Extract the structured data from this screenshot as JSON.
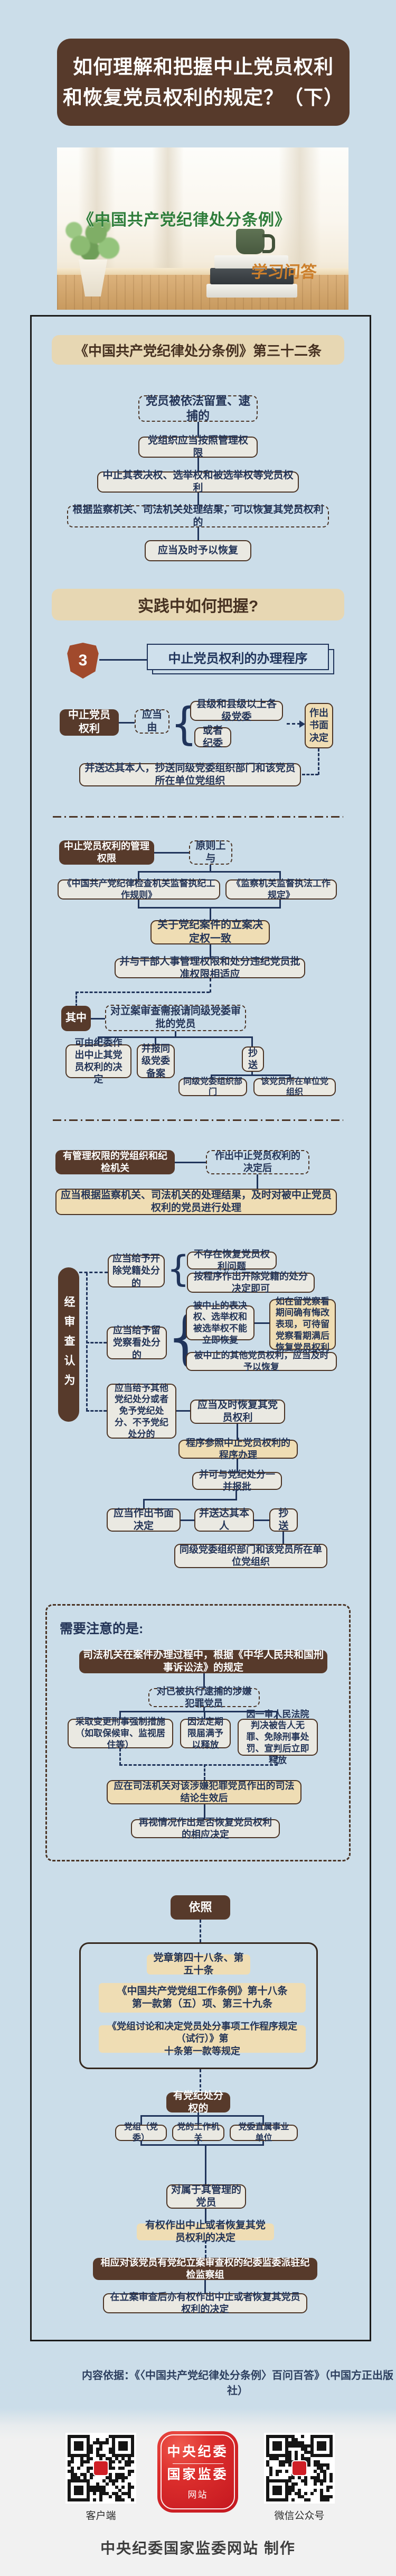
{
  "header": {
    "title1": "如何理解和把握中止党员权利",
    "title2": "和恢复党员权利的规定？（下）"
  },
  "cover": {
    "book": "《中国共产党纪律处分条例》",
    "tag": "学习问答"
  },
  "art32": {
    "banner": "《中国共产党纪律处分条例》第三十二条",
    "n1": "党员被依法留置、逮捕的",
    "n2": "党组织应当按照管理权限",
    "n3": "中止其表决权、选举权和被选举权等党员权利",
    "n4": "根据监察机关、司法机关处理结果，可以恢复其党员权利的",
    "n5": "应当及时予以恢复"
  },
  "practice": {
    "banner": "实践中如何把握?"
  },
  "sec3": {
    "num": "3",
    "title": "中止党员权利的办理程序"
  },
  "flowA": {
    "a1": "中止党员权利",
    "a2": "应当由",
    "a3": "县级和县级以上各级党委",
    "a4": "或者纪委",
    "a5": "作出\n书面\n决定",
    "a6": "并送达其本人，抄送同级党委组织部门和该党员所在单位党组织"
  },
  "flowB": {
    "b1": "中止党员权利的管理权限",
    "b2": "原则上与",
    "b3": "《中国共产党纪律检查机关监督执纪工作规则》",
    "b4": "《监察机关监督执法工作规定》",
    "b5": "关于党纪案件的立案决定权一致",
    "b6": "并与干部人事管理权限和处分违纪党员批准权限相适应",
    "b7": "其中",
    "b8": "对立案审查需报请同级党委审批的党员",
    "b9": "可由纪委作出中止其党员权利的决定",
    "b10": "并报同级党委备案",
    "b11": "抄送",
    "b12": "同级党委组织部门",
    "b13": "该党员所在单位党组织"
  },
  "flowC": {
    "c1": "有管理权限的党组织和纪检机关",
    "c2": "作出中止党员权利的决定后",
    "c3": "应当根据监察机关、司法机关的处理结果，及时对被中止党员权利的党员进行处理",
    "pill": "经审查认为",
    "k1": "应当给予开除党籍处分的",
    "k1a": "不存在恢复党员权利问题",
    "k1b": "按程序作出开除党籍的处分决定即可",
    "k2": "应当给予留党察看处分的",
    "k2a": "被中止的表决权、选举权和被选举权不能立即恢复",
    "k2b": "如在留党察看期间确有悔改表现，可待留党察看期满后恢复党员权利",
    "k2c": "被中止的其他党员权利，应当及时予以恢复",
    "k3": "应当给予其他党纪处分或者免予党纪处分、不予党纪处分的",
    "k3a": "应当及时恢复其党员权利",
    "k3b": "程序参照中止党员权利的程序办理",
    "k3c": "并可与党纪处分一并报批",
    "d1": "应当作出书面决定",
    "d2": "并送达其本人",
    "d3": "抄送",
    "d4": "同级党委组织部门和该党员所在单位党组织"
  },
  "note": {
    "label": "需要注意的是:",
    "lead": "司法机关在案件办理过程中，根据《中华人民共和国刑事诉讼法》的规定",
    "cond": "对已被执行逮捕的涉嫌犯罪党员",
    "o1": "采取变更刑事强制措施（如取保候审、监视居住等）",
    "o2": "因法定期限届满予以释放",
    "o3": "因一审人民法院判决被告人无罪、免除刑事处罚、宣判后立即释放",
    "r1": "应在司法机关对该涉嫌犯罪党员作出的司法结论生效后",
    "r2": "再视情况作出是否恢复党员权利的相应决定"
  },
  "basis": {
    "yizhao": "依照",
    "l1": "党章第四十八条、第五十条",
    "l2": "《中国共产党党组工作条例》第十八条\n第一款第（五）项、第三十九条",
    "l3": "《党组讨论和决定党员处分事项工作程序规定（试行）》第\n十条第一款等规定",
    "who": "有党纪处分权的",
    "g1": "党组（党委）",
    "g2": "党的工作机关",
    "g3": "党委直属事业单位",
    "m1": "对属于其管理的党员",
    "m2": "有权作出中止或者恢复其党员权利的决定",
    "m3": "相应对该党员有党纪立案审查权的纪委监委派驻纪检监察组",
    "m4": "在立案审查后亦有权作出中止或者恢复其党员权利的决定"
  },
  "source": "内容依据：《〈中国共产党纪律处分条例〉百问百答》（中国方正出版社）",
  "footer": {
    "qr_left_label": "客户端",
    "qr_right_label": "微信公众号",
    "badge1": "中央纪委",
    "badge2": "国家监委",
    "badge3": "网站",
    "credit": "中央纪委国家监委网站 制作"
  },
  "colors": {
    "bg": "#cbdde9",
    "brown": "#573a2b",
    "tan": "#efddb4",
    "navy": "#20345b",
    "red": "#cf1f26",
    "shield": "#a14a2c"
  }
}
